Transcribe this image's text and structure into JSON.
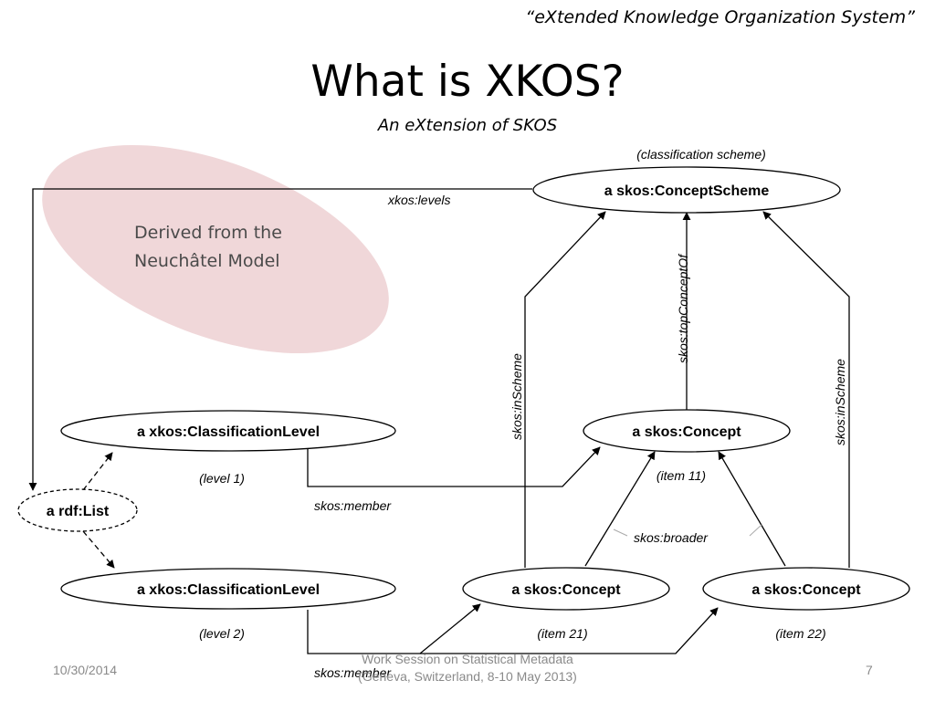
{
  "slide": {
    "tagline": "“eXtended Knowledge Organization System”",
    "title": "What is XKOS?",
    "subtitle": "An eXtension of SKOS",
    "callout": {
      "line1": "Derived from the",
      "line2": "Neuchâtel Model",
      "fill_color": "#f0d7d9"
    },
    "footer": {
      "date": "10/30/2014",
      "event_line1": "Work Session on Statistical Metadata",
      "event_line2": "(Geneva, Switzerland, 8-10 May 2013)",
      "page": "7"
    }
  },
  "diagram": {
    "nodes": {
      "concept_scheme": {
        "label": "a skos:ConceptScheme",
        "annotation": "(classification scheme)"
      },
      "level1": {
        "label": "a xkos:ClassificationLevel",
        "annotation": "(level 1)"
      },
      "level2": {
        "label": "a xkos:ClassificationLevel",
        "annotation": "(level 2)"
      },
      "rdf_list": {
        "label": "a rdf:List"
      },
      "concept11": {
        "label": "a skos:Concept",
        "annotation": "(item 11)"
      },
      "concept21": {
        "label": "a skos:Concept",
        "annotation": "(item 21)"
      },
      "concept22": {
        "label": "a skos:Concept",
        "annotation": "(item 22)"
      }
    },
    "edge_labels": {
      "levels": "xkos:levels",
      "in_scheme_left": "skos:inScheme",
      "top_concept_of": "skos:topConceptOf",
      "in_scheme_right": "skos:inScheme",
      "member1": "skos:member",
      "member2": "skos:member",
      "broader": "skos:broader"
    }
  }
}
